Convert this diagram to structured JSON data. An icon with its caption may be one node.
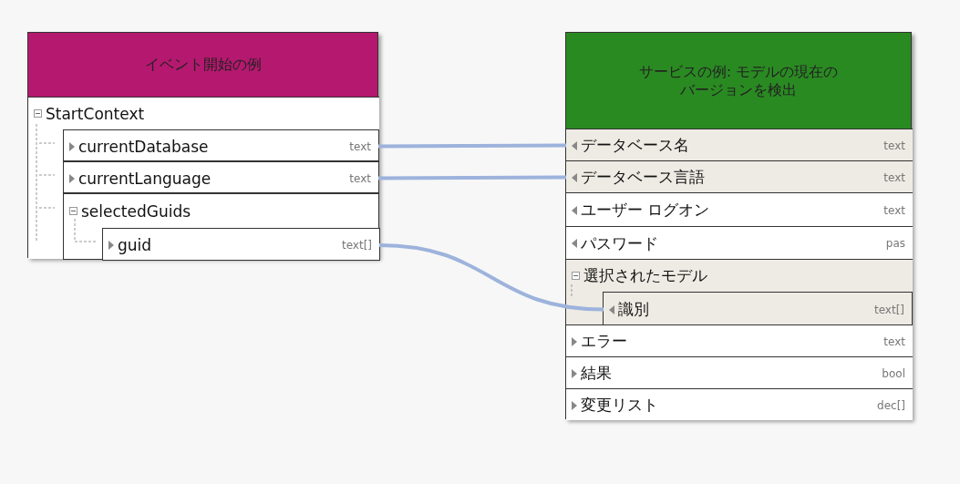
{
  "diagram": {
    "nodes": [
      {
        "text": [
          "イベント開始の例"
        ]
      },
      {
        "text": [
          "StartContext"
        ],
        "in": 0
      },
      {
        "text": [
          "currentDatabase",
          "text"
        ],
        "in": 1
      },
      {
        "text": [
          "currentLanguage",
          "text"
        ],
        "in": 1
      },
      {
        "text": [
          "selectedGuids"
        ],
        "in": 1
      },
      {
        "text": [
          "guid",
          "text[]"
        ],
        "in": 4
      },
      {
        "text": [
          "サービスの例: モデルの現在のバージョンを検出"
        ]
      },
      {
        "text": [
          "データベース名",
          "text"
        ],
        "in": 6
      },
      {
        "text": [
          "データベース言語",
          "text"
        ],
        "in": 6
      },
      {
        "text": [
          "ユーザー ログオン",
          "text"
        ],
        "in": 6
      },
      {
        "text": [
          "パスワード",
          "pas"
        ],
        "in": 6
      },
      {
        "text": [
          "選択されたモデル"
        ],
        "in": 6
      },
      {
        "text": [
          "識別",
          "text[]"
        ],
        "in": 11
      },
      {
        "text": [
          "エラー",
          "text"
        ],
        "in": 6
      },
      {
        "text": [
          "結果",
          "bool"
        ],
        "in": 6
      },
      {
        "text": [
          "変更リスト",
          "dec[]"
        ],
        "in": 6
      }
    ],
    "edges": [
      {
        "from": 2,
        "to": 7,
        "arrow": "none"
      },
      {
        "from": 3,
        "to": 8,
        "arrow": "none"
      },
      {
        "from": 5,
        "to": 12,
        "arrow": "none"
      }
    ]
  }
}
